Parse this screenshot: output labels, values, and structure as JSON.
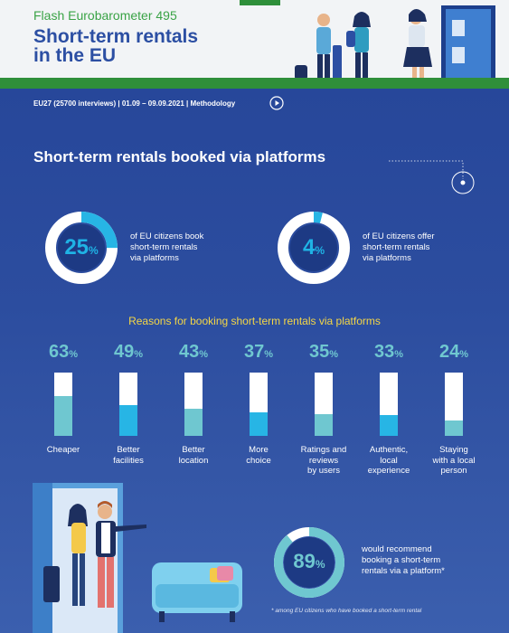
{
  "header": {
    "super_title": "Flash Eurobarometer 495",
    "title_line1": "Short-term rentals",
    "title_line2": "in the EU"
  },
  "meta": {
    "text": "EU27 (25700 interviews) | 01.09 – 09.09.2021 | Methodology",
    "icon": "play-circle-icon"
  },
  "section_title": "Short-term rentals booked via platforms",
  "kpis": [
    {
      "value": "25",
      "unit": "%",
      "fraction": 0.25,
      "line1": "of EU citizens book",
      "line2": "short-term rentals",
      "line3": "via platforms"
    },
    {
      "value": "4",
      "unit": "%",
      "fraction": 0.04,
      "line1": "of EU citizens offer",
      "line2": "short-term rentals",
      "line3": "via platforms"
    }
  ],
  "reasons_title": "Reasons for booking short-term rentals via platforms",
  "reasons": [
    {
      "value": "63",
      "unit": "%",
      "fraction": 0.63,
      "label_lines": [
        "Cheaper"
      ],
      "color": "#6fc7d0"
    },
    {
      "value": "49",
      "unit": "%",
      "fraction": 0.49,
      "label_lines": [
        "Better",
        "facilities"
      ],
      "color": "#27b5e5"
    },
    {
      "value": "43",
      "unit": "%",
      "fraction": 0.43,
      "label_lines": [
        "Better",
        "location"
      ],
      "color": "#6fc7d0"
    },
    {
      "value": "37",
      "unit": "%",
      "fraction": 0.37,
      "label_lines": [
        "More",
        "choice"
      ],
      "color": "#27b5e5"
    },
    {
      "value": "35",
      "unit": "%",
      "fraction": 0.35,
      "label_lines": [
        "Ratings and",
        "reviews",
        "by users"
      ],
      "color": "#6fc7d0"
    },
    {
      "value": "33",
      "unit": "%",
      "fraction": 0.33,
      "label_lines": [
        "Authentic,",
        "local",
        "experience"
      ],
      "color": "#27b5e5"
    },
    {
      "value": "24",
      "unit": "%",
      "fraction": 0.24,
      "label_lines": [
        "Staying",
        "with a local",
        "person"
      ],
      "color": "#6fc7d0"
    }
  ],
  "recommend": {
    "value": "89",
    "unit": "%",
    "fraction": 0.89,
    "line1": "would recommend",
    "line2": "booking a short-term",
    "line3": "rentals via a platform*"
  },
  "footnote": "* among EU citizens who have booked a short-term rental",
  "colors": {
    "green": "#2f8f3a",
    "title_blue": "#2c4fa3",
    "background_blue": "#2c4d9f",
    "accent_cyan": "#27b5e5",
    "accent_teal": "#6fc7d0",
    "highlight_yellow": "#f4d646"
  }
}
